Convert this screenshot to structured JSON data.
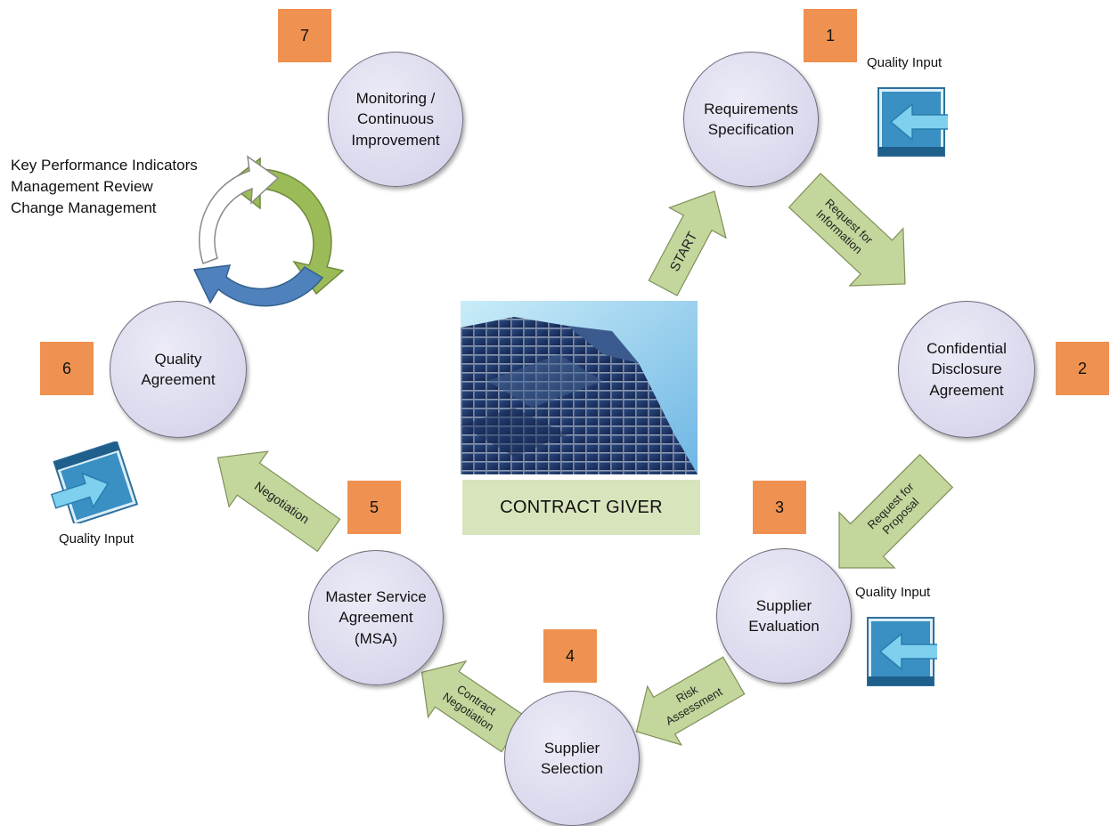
{
  "center": {
    "label": "CONTRACT GIVER"
  },
  "steps": [
    {
      "num": "1",
      "label": "Requirements\nSpecification"
    },
    {
      "num": "2",
      "label": "Confidential\nDisclosure\nAgreement"
    },
    {
      "num": "3",
      "label": "Supplier\nEvaluation"
    },
    {
      "num": "4",
      "label": "Supplier\nSelection"
    },
    {
      "num": "5",
      "label": "Master Service\nAgreement\n(MSA)"
    },
    {
      "num": "6",
      "label": "Quality\nAgreement"
    },
    {
      "num": "7",
      "label": "Monitoring /\nContinuous\nImprovement"
    }
  ],
  "arrows": {
    "start": "START",
    "rfi": [
      "Request for",
      "Information"
    ],
    "rfp": [
      "Request for",
      "Proposal"
    ],
    "risk": [
      "Risk",
      "Assessment"
    ],
    "contract_neg": [
      "Contract",
      "Negotiation"
    ],
    "negotiation": "Negotiation"
  },
  "quality_input": "Quality Input",
  "kpi_list": [
    "Key Performance Indicators",
    "Management Review",
    "Change Management"
  ],
  "colors": {
    "number_box": "#ef9150",
    "arrow_fill": "#c3d69b",
    "node_fill": "#dcdbee",
    "center_box": "#d8e4bc",
    "cycle_green": "#9bbb59",
    "cycle_blue": "#4f81bd"
  }
}
